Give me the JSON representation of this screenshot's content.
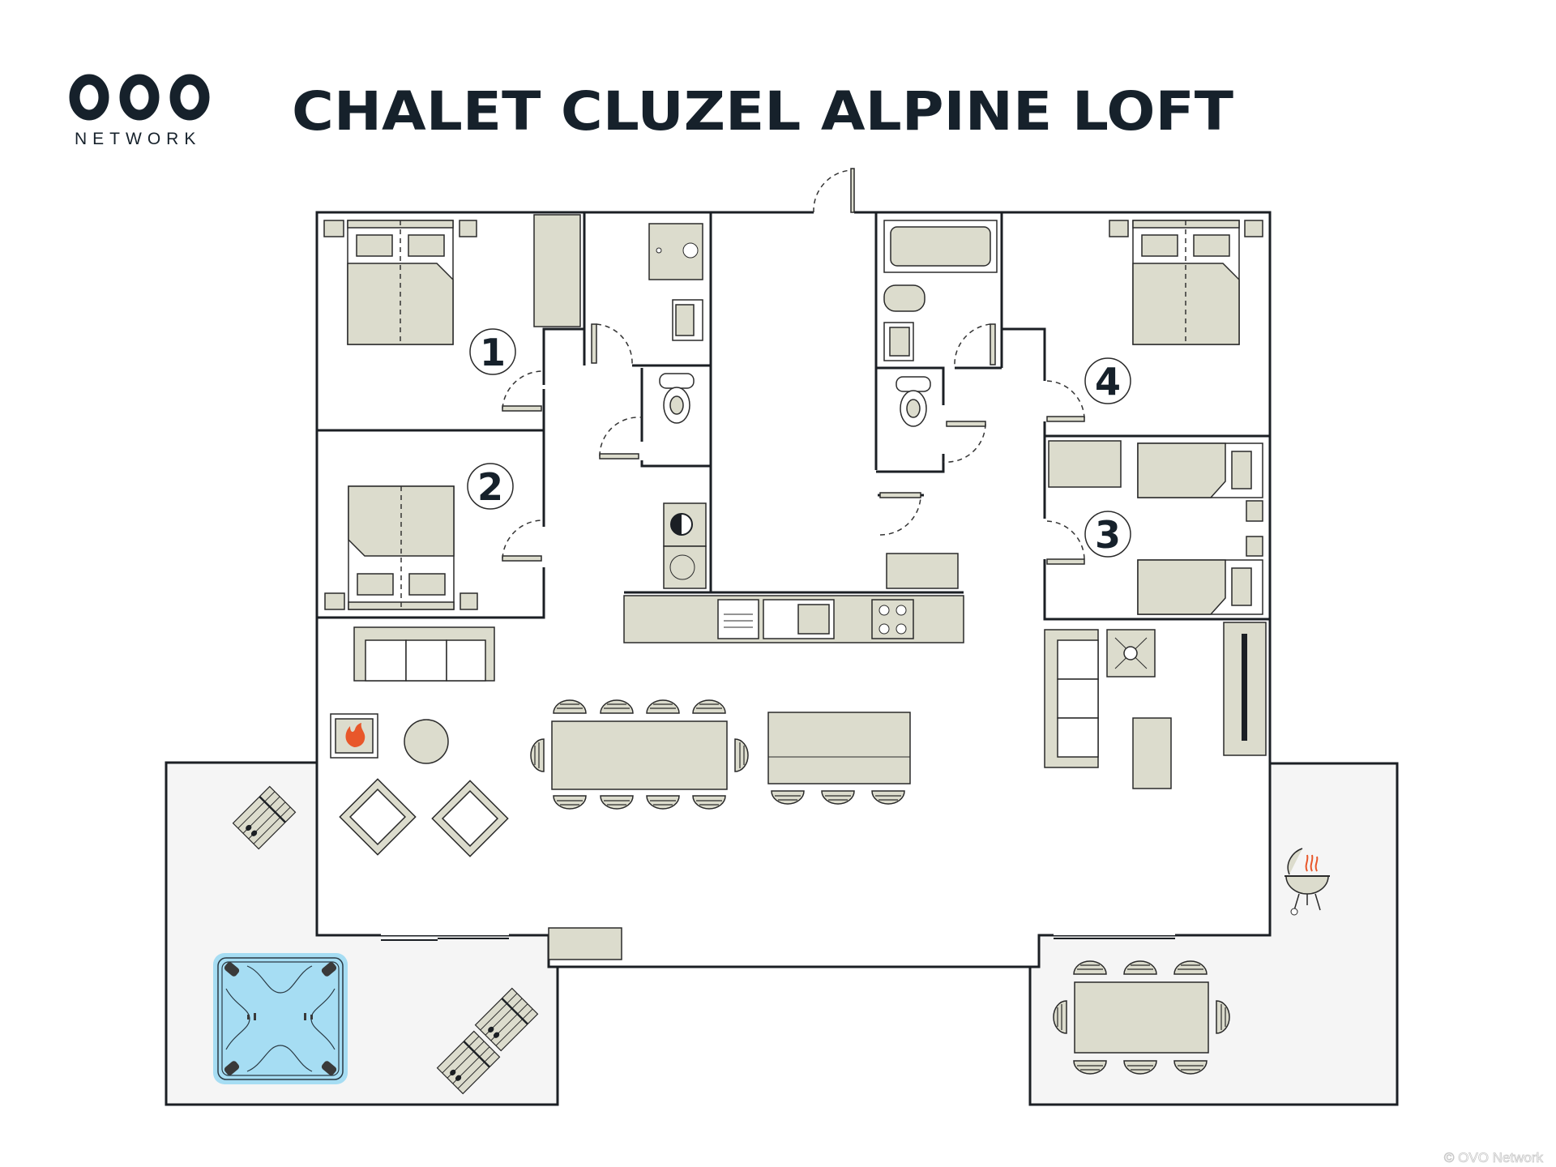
{
  "header": {
    "logo_text": "NETWORK",
    "logo_mark": "OVO",
    "title": "CHALET CLUZEL ALPINE LOFT"
  },
  "rooms": {
    "bedroom_1": "1",
    "bedroom_2": "2",
    "bedroom_3": "3",
    "bedroom_4": "4"
  },
  "footer": {
    "copyright": "© OVO Network"
  },
  "colors": {
    "wall": "#1b1f24",
    "furniture": "#dcdccd",
    "terrace": "#f5f5f5",
    "hot_tub": "#a6ddf3",
    "fire": "#e8572a",
    "title": "#16212b"
  }
}
